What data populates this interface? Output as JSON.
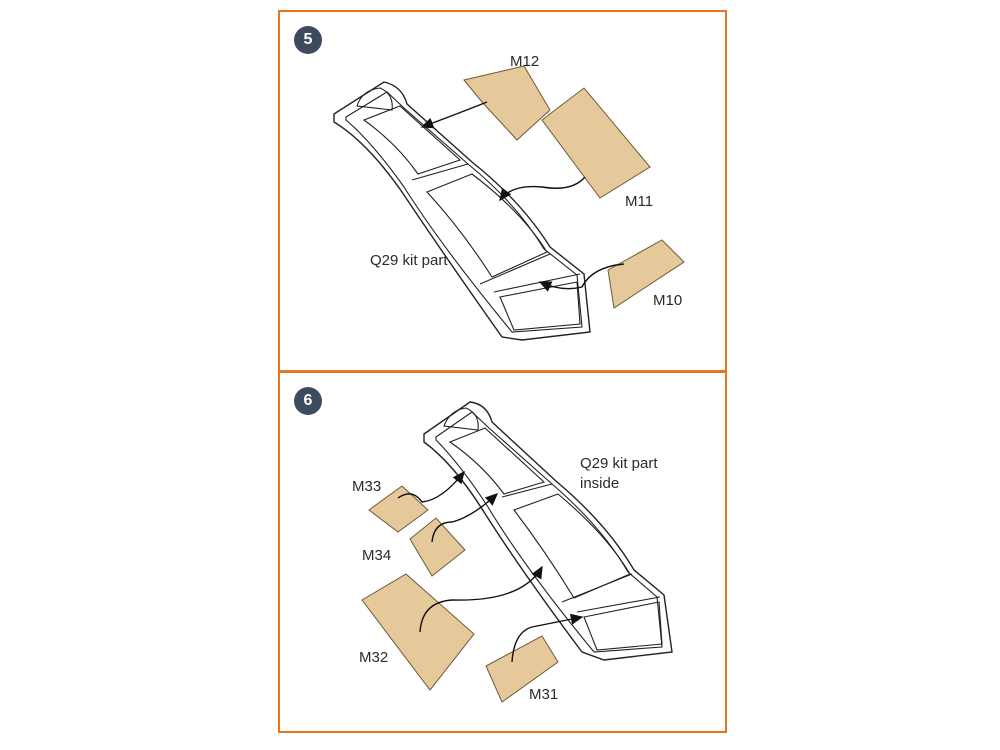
{
  "steps": [
    {
      "number": "5",
      "labels": {
        "m12": "M12",
        "m11": "M11",
        "m10": "M10",
        "kit_part": "Q29 kit part"
      }
    },
    {
      "number": "6",
      "labels": {
        "m33": "M33",
        "m34": "M34",
        "m32": "M32",
        "m31": "M31",
        "kit_part_line1": "Q29 kit part",
        "kit_part_line2": "inside"
      }
    }
  ],
  "colors": {
    "border": "#e8761e",
    "badge": "#3d4b5e",
    "mask": "#e6c99b"
  }
}
